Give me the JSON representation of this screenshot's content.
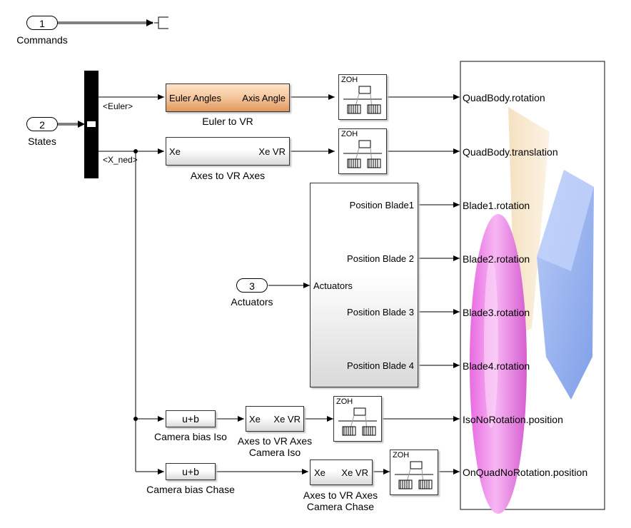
{
  "inports": [
    {
      "number": "1",
      "name": "Commands"
    },
    {
      "number": "2",
      "name": "States"
    },
    {
      "number": "3",
      "name": "Actuators"
    }
  ],
  "signals": {
    "euler": "<Euler>",
    "x_ned": "<X_ned>"
  },
  "blocks": {
    "euler_to_vr": {
      "in": "Euler Angles",
      "out": "Axis Angle",
      "name": "Euler to VR"
    },
    "axes_to_vr": {
      "in": "Xe",
      "out": "Xe VR",
      "name": "Axes to VR Axes"
    },
    "actuators": {
      "in": "Actuators",
      "outs": [
        "Position Blade1",
        "Position Blade 2",
        "Position Blade 3",
        "Position Blade 4"
      ]
    },
    "bias_iso": {
      "op": "u+b",
      "name": "Camera bias Iso"
    },
    "bias_chase": {
      "op": "u+b",
      "name": "Camera bias Chase"
    },
    "axes_iso": {
      "in": "Xe",
      "out": "Xe VR",
      "name": "Axes to VR Axes\nCamera Iso"
    },
    "axes_chase": {
      "in": "Xe",
      "out": "Xe VR",
      "name": "Axes to VR Axes\nCamera Chase"
    },
    "zoh_label": "ZOH"
  },
  "vr_sink": {
    "inputs": [
      "QuadBody.rotation",
      "QuadBody.translation",
      "Blade1.rotation",
      "Blade2.rotation",
      "Blade3.rotation",
      "Blade4.rotation",
      "IsoNoRotation.position",
      "OnQuadNoRotation.position"
    ]
  },
  "colors": {
    "line": "#000000",
    "orange_block": "#f0b887",
    "vr_pink": "#ee7be8",
    "vr_blue": "#8fb0f5"
  }
}
